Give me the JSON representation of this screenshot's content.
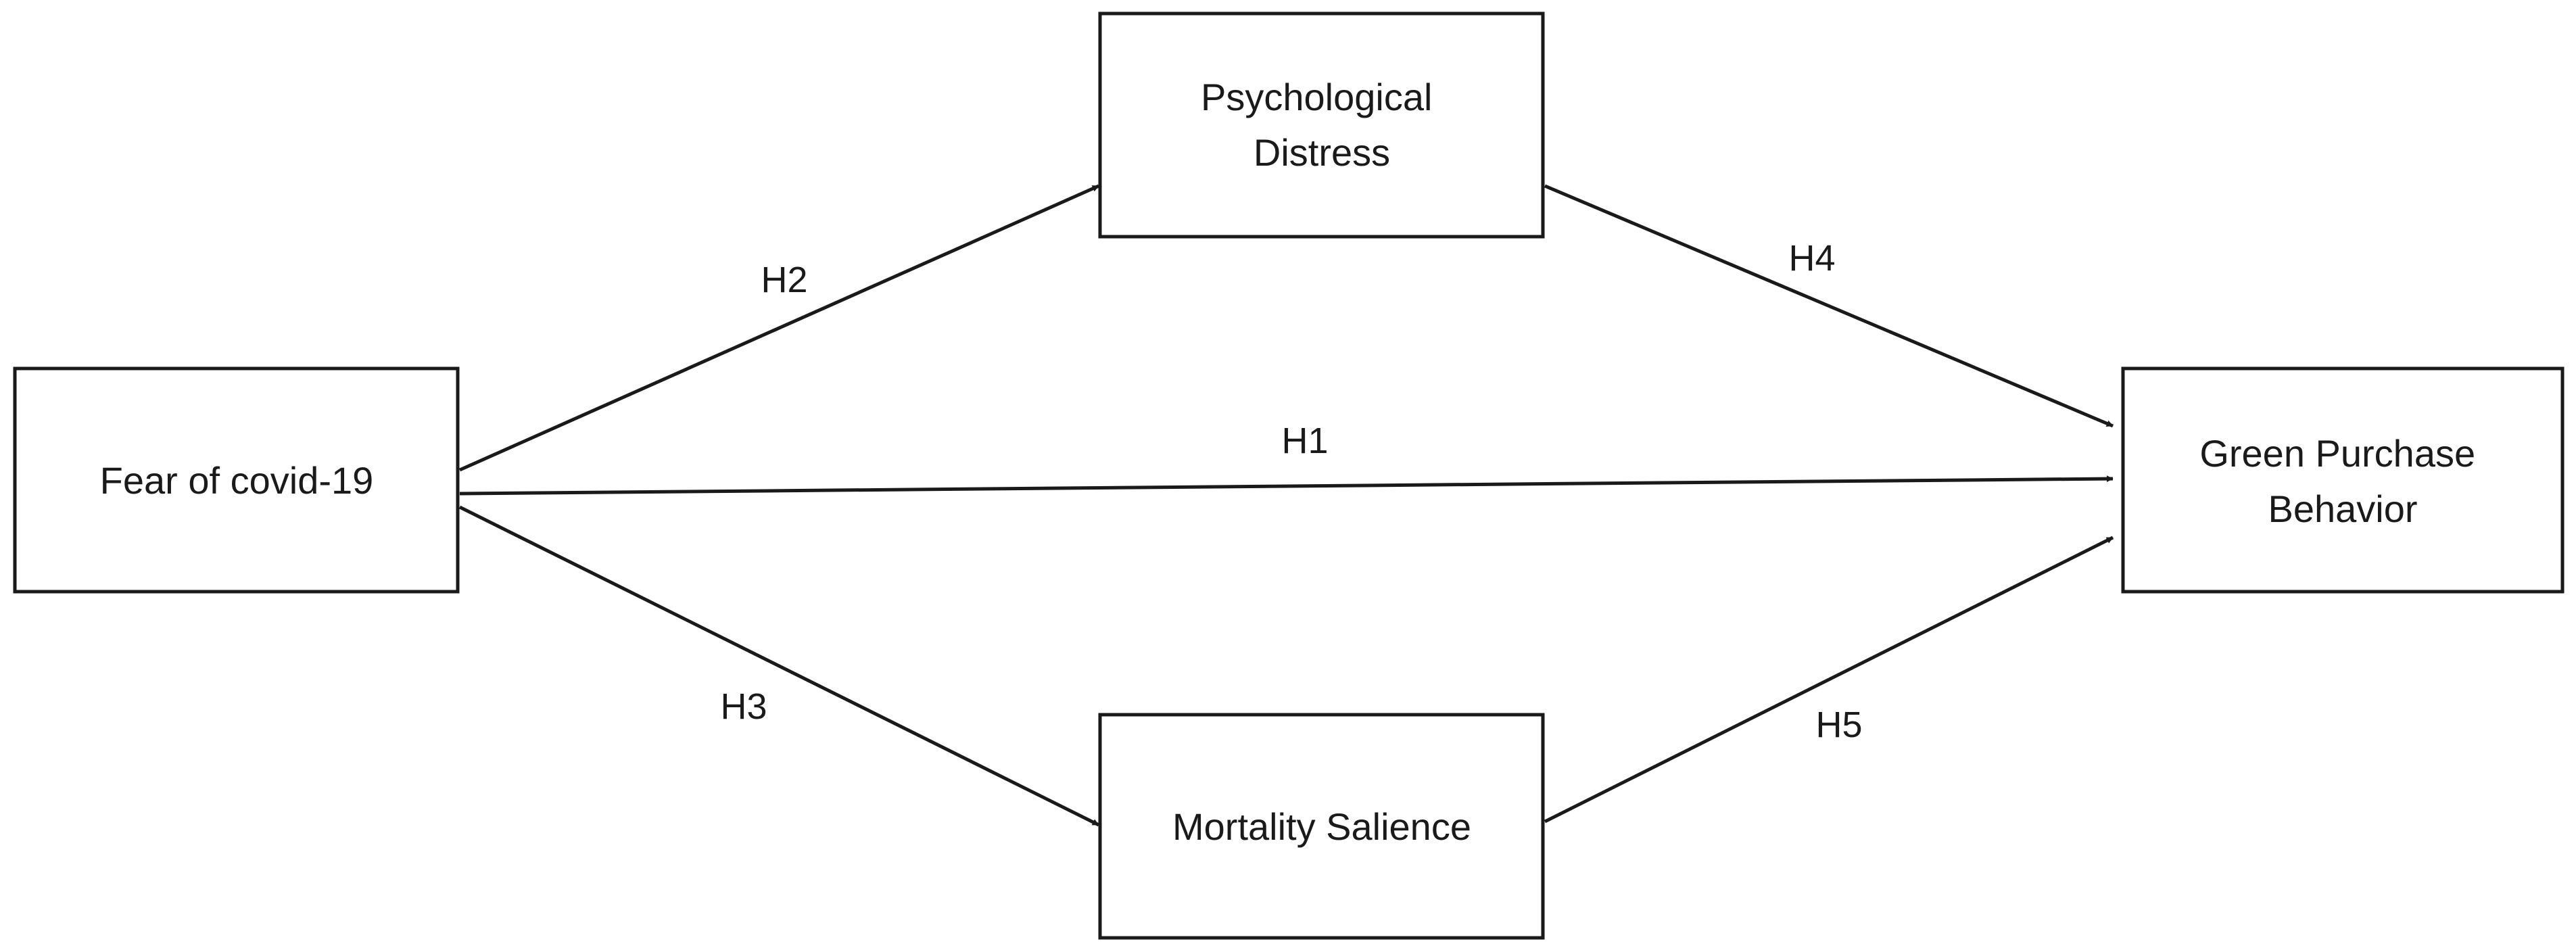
{
  "nodes": {
    "fear": {
      "lines": [
        "Fear of covid-19"
      ]
    },
    "distress": {
      "lines": [
        "Psychological",
        "Distress"
      ]
    },
    "mortality": {
      "lines": [
        "Mortality Salience"
      ]
    },
    "green": {
      "lines": [
        "Green Purchase",
        "Behavior"
      ]
    }
  },
  "edges": [
    {
      "id": "h1",
      "from": "fear",
      "to": "green",
      "label": "H1"
    },
    {
      "id": "h2",
      "from": "fear",
      "to": "distress",
      "label": "H2"
    },
    {
      "id": "h3",
      "from": "fear",
      "to": "mortality",
      "label": "H3"
    },
    {
      "id": "h4",
      "from": "distress",
      "to": "green",
      "label": "H4"
    },
    {
      "id": "h5",
      "from": "mortality",
      "to": "green",
      "label": "H5"
    }
  ],
  "colors": {
    "stroke": "#1a1a1a",
    "background": "#ffffff"
  }
}
